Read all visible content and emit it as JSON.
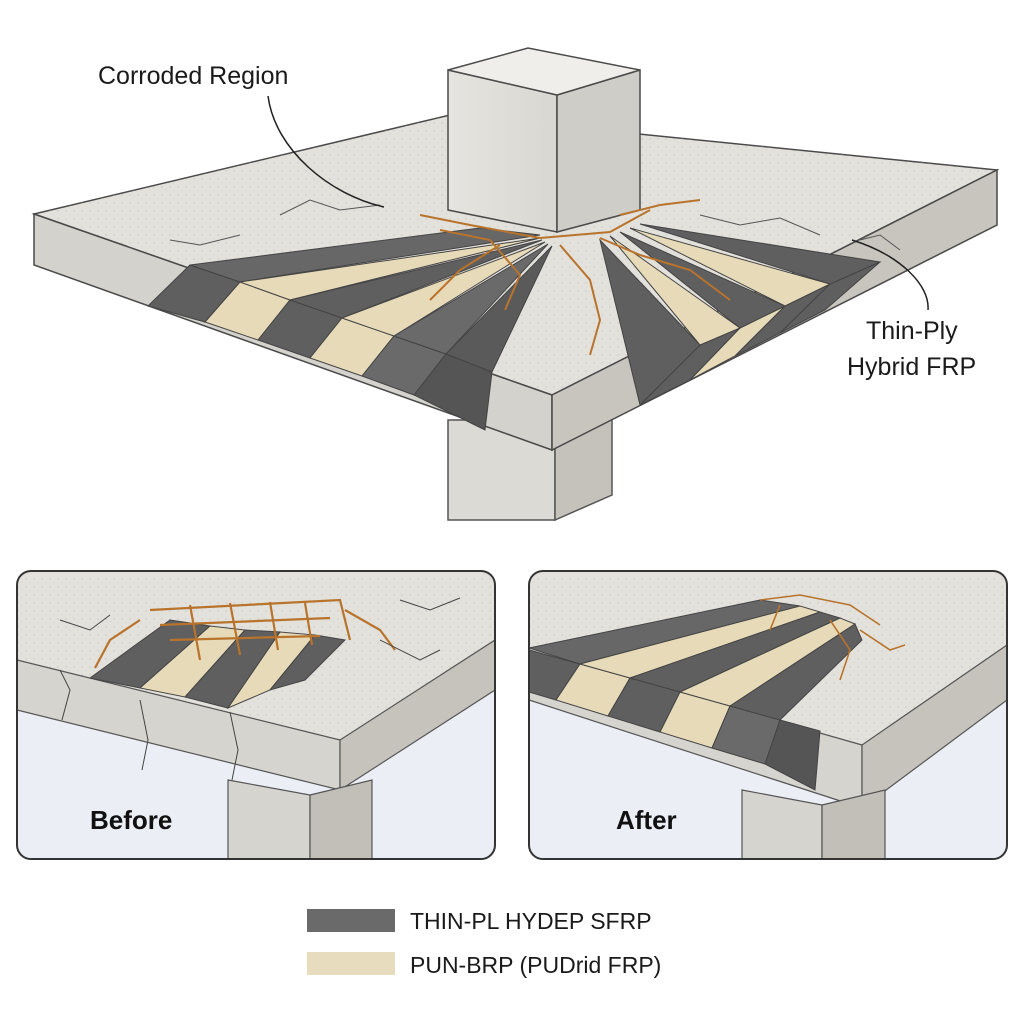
{
  "labels": {
    "corroded": "Corroded Region",
    "frp_line1": "Thin-Ply",
    "frp_line2": "Hybrid FRP"
  },
  "panels": {
    "before": "Before",
    "after": "After"
  },
  "legend": [
    {
      "label": "THIN-PL HYDEP SFRP",
      "color": "#6a6a6a"
    },
    {
      "label": "PUN-BRP (PUDrid FRP)",
      "color": "#e7dcbd"
    }
  ],
  "colors": {
    "concrete_top": "#e3e1dc",
    "concrete_side": "#d3d1cb",
    "concrete_front": "#c9c6c0",
    "frp_dark": "#5f5f5f",
    "frp_light": "#e6dab8",
    "rust": "#b8732c",
    "panel_border": "#333333"
  }
}
